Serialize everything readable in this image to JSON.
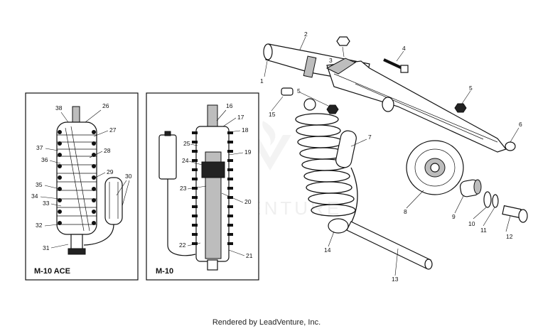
{
  "insets": [
    {
      "title": "M-10 ACE"
    },
    {
      "title": "M-10"
    }
  ],
  "watermark": "LEADVENTURE",
  "credit": "Rendered by LeadVenture, Inc.",
  "callouts": [
    "1",
    "2",
    "3",
    "4",
    "5",
    "5",
    "6",
    "7",
    "8",
    "9",
    "10",
    "11",
    "12",
    "13",
    "14",
    "15",
    "16",
    "17",
    "18",
    "19",
    "20",
    "21",
    "22",
    "23",
    "24",
    "25",
    "26",
    "27",
    "28",
    "29",
    "30",
    "31",
    "32",
    "33",
    "34",
    "35",
    "36",
    "37",
    "38"
  ]
}
